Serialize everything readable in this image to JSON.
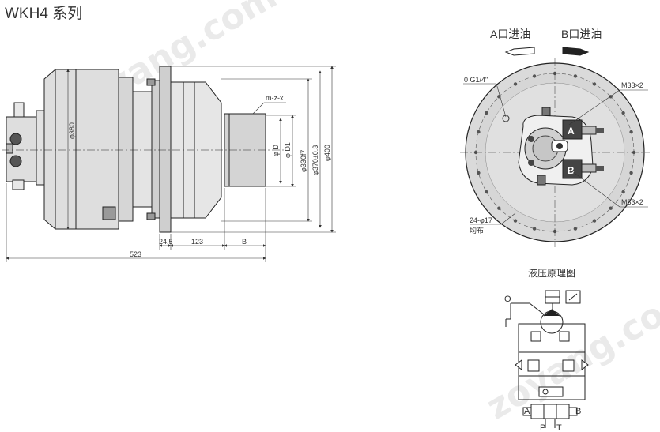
{
  "title": "WKH4 系列",
  "watermark": "zoyang.com",
  "side_view": {
    "dims": {
      "d380": "φ380",
      "d_D": "φ D",
      "d_D1": "φ D1",
      "d330": "φ330f7",
      "d370": "φ370±0.3",
      "d400": "φ400",
      "spline": "m-z-x",
      "w245": "24.5",
      "w123": "123",
      "wB": "B",
      "w523": "523"
    }
  },
  "end_view": {
    "rot_a": "A口进油",
    "rot_b": "B口进油",
    "port_o": "0 G1/4\"",
    "m33_top": "M33×2",
    "m33_bottom": "M33×2",
    "holes": "24-φ17",
    "holes_note": "均布",
    "port_a": "A",
    "port_b": "B"
  },
  "hydraulic": {
    "title": "液压原理图",
    "o": "O",
    "a": "A",
    "b": "B",
    "p": "P",
    "t": "T"
  }
}
